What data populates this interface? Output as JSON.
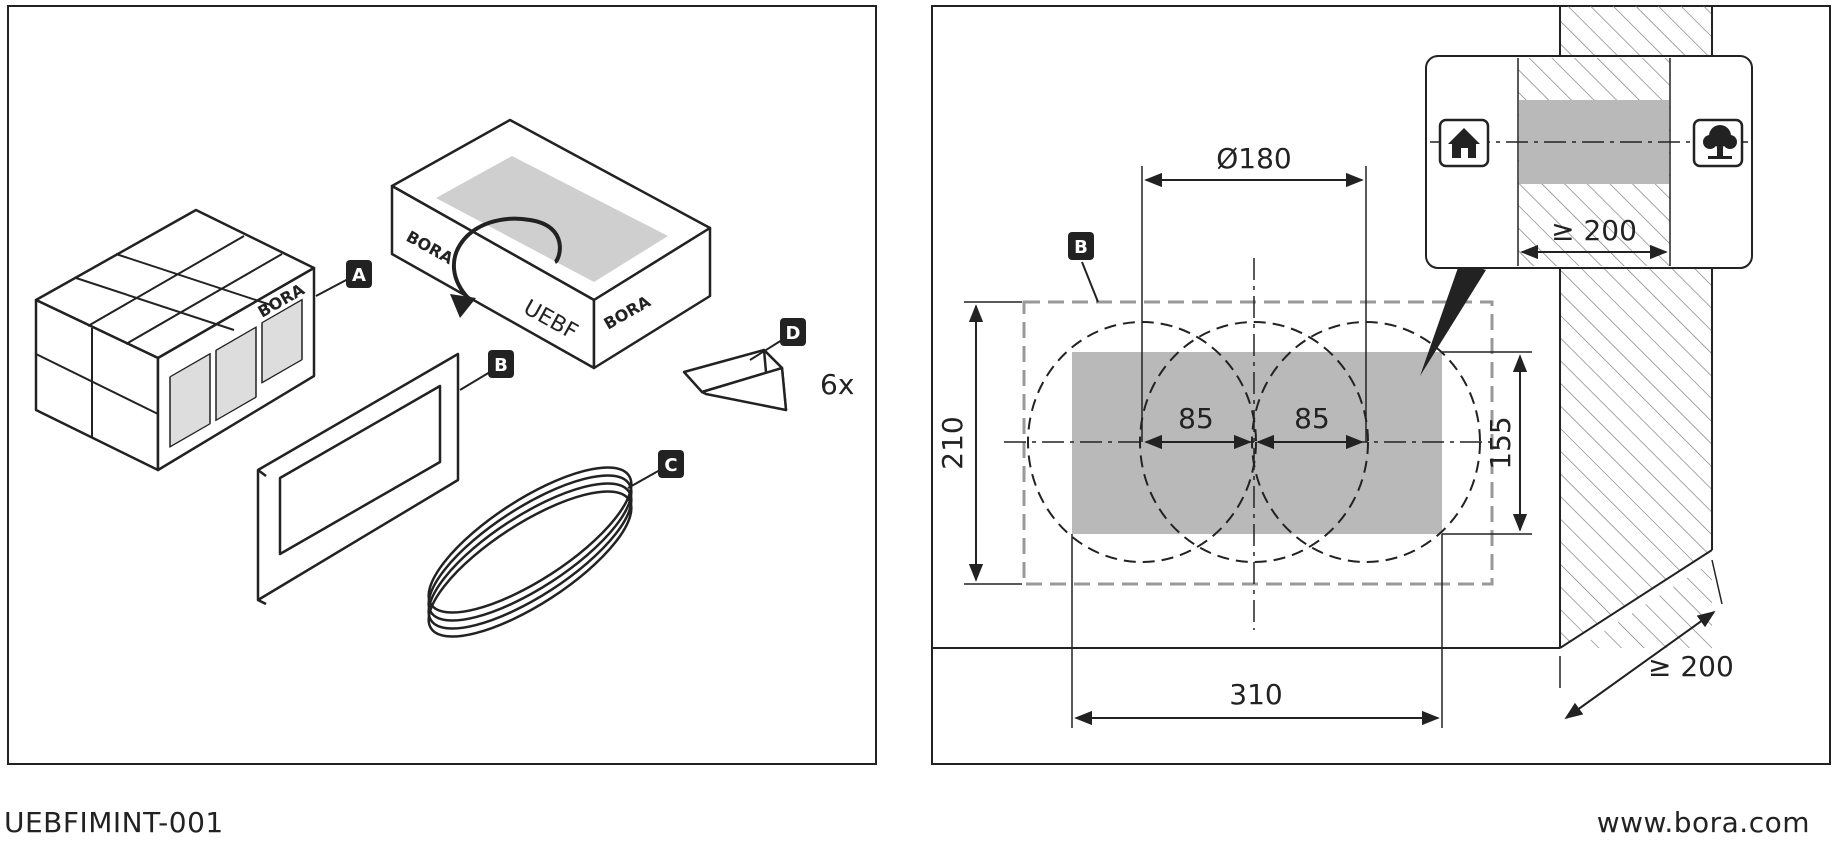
{
  "scope_of_delivery": {
    "callouts": {
      "a": "A",
      "b": "B",
      "c": "C",
      "d": "D"
    },
    "quantity": "6x",
    "box_label": "UEBF",
    "brand": "BORA"
  },
  "installation": {
    "callout_b": "B",
    "dimensions": {
      "diameter": "Ø180",
      "height_outer": "210",
      "height_inner": "155",
      "offset_left": "85",
      "offset_right": "85",
      "width": "310",
      "wall_min_detail": "≥ 200",
      "wall_min": "≥ 200"
    },
    "icons": {
      "indoor": "house-icon",
      "outdoor": "tree-icon"
    }
  },
  "footer": {
    "code": "UEBFIMINT-001",
    "url": "www.bora.com"
  },
  "colors": {
    "line": "#222222",
    "fill_gray": "#b9b9b9",
    "hatch": "#666666"
  }
}
